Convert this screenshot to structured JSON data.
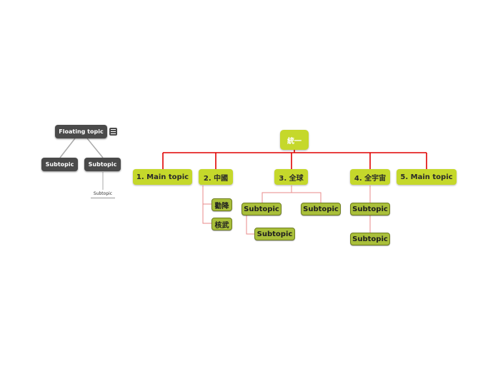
{
  "colors": {
    "central_fill": "#c5d82b",
    "topic_fill": "#c5d82b",
    "subtopic_fill": "#a9bf3a",
    "floating_fill": "#4a4a4a",
    "main_connector": "#e00000",
    "sub_connector": "#e88a8a",
    "floating_connector": "#aaaaaa"
  },
  "icons": {
    "notes": "menu-icon"
  },
  "floating": {
    "root": "Floating topic",
    "children": [
      "Subtopic",
      "Subtopic"
    ],
    "grandchild": "Subtopic"
  },
  "central": {
    "label": "統一"
  },
  "main_topics": [
    {
      "label": "1. Main topic"
    },
    {
      "label": "2. 中國",
      "children": [
        "勸降",
        "核武"
      ]
    },
    {
      "label": "3. 全球",
      "children": [
        "Subtopic",
        "Subtopic"
      ],
      "grandchildren": [
        "Subtopic"
      ]
    },
    {
      "label": "4. 全宇宙",
      "children": [
        "Subtopic",
        "Subtopic"
      ]
    },
    {
      "label": "5. Main topic"
    }
  ]
}
